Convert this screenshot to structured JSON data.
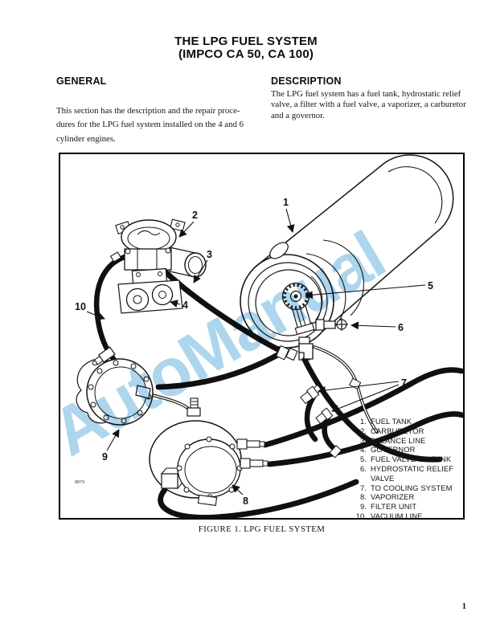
{
  "page": {
    "title_line1": "THE LPG FUEL SYSTEM",
    "title_line2": "(IMPCO CA 50, CA 100)",
    "page_number": "1"
  },
  "general": {
    "heading": "GENERAL",
    "lines": [
      "This section has the description and the repair proce-",
      "dures for the LPG fuel system installed on the 4 and 6",
      "cylinder engines."
    ]
  },
  "description": {
    "heading": "DESCRIPTION",
    "lines": [
      "The LPG fuel system has a fuel tank, hydrostatic relief",
      "valve, a filter with a fuel valve, a vaporizer, a carburetor",
      "and a governor."
    ]
  },
  "figure": {
    "caption": "FIGURE 1. LPG FUEL SYSTEM",
    "drawing_number": "8879",
    "watermark": "AutoManual",
    "watermark_color": "#a9d4ee",
    "callouts": [
      "1",
      "2",
      "3",
      "4",
      "5",
      "6",
      "7",
      "8",
      "9",
      "10"
    ],
    "legend": [
      {
        "num": "1.",
        "label": "FUEL TANK"
      },
      {
        "num": "2.",
        "label": "CARBURETOR"
      },
      {
        "num": "3.",
        "label": "BALANCE LINE"
      },
      {
        "num": "4.",
        "label": "GOVERNOR"
      },
      {
        "num": "5.",
        "label": "FUEL VALVE ON TANK"
      },
      {
        "num": "6.",
        "label": "HYDROSTATIC RELIEF"
      },
      {
        "num": "",
        "label": "VALVE"
      },
      {
        "num": "7.",
        "label": "TO COOLING SYSTEM"
      },
      {
        "num": "8.",
        "label": "VAPORIZER"
      },
      {
        "num": "9.",
        "label": "FILTER UNIT"
      },
      {
        "num": "10.",
        "label": "VACUUM LINE"
      }
    ]
  }
}
